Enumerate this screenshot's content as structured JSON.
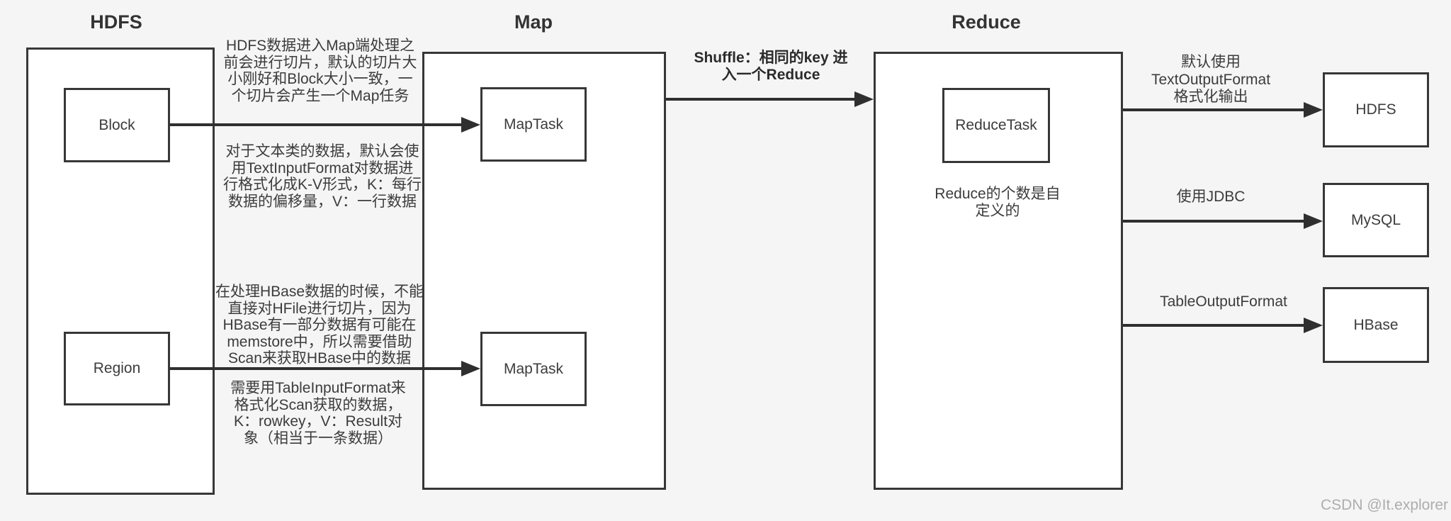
{
  "titles": {
    "hdfs": "HDFS",
    "map": "Map",
    "reduce": "Reduce"
  },
  "boxes": {
    "block": "Block",
    "region": "Region",
    "maptask1": "MapTask",
    "maptask2": "MapTask",
    "reducetask": "ReduceTask",
    "hdfs_out": "HDFS",
    "mysql": "MySQL",
    "hbase": "HBase"
  },
  "annotations": {
    "split_note": "HDFS数据进入Map端处理之\n前会进行切片，默认的切片大\n小刚好和Block大小一致，一\n个切片会产生一个Map任务",
    "text_input_format_note": "对于文本类的数据，默认会使\n用TextInputFormat对数据进\n行格式化成K-V形式，K：每行\n数据的偏移量，V：一行数据",
    "hbase_scan_note": "在处理HBase数据的时候，不能\n直接对HFile进行切片，因为\nHBase有一部分数据有可能在\nmemstore中，所以需要借助\nScan来获取HBase中的数据",
    "table_input_format_note": "需要用TableInputFormat来\n格式化Scan获取的数据，\nK：rowkey，V：Result对\n象（相当于一条数据）",
    "shuffle_note": "Shuffle：相同的key 进\n入一个Reduce",
    "reduce_count_note": "Reduce的个数是自\n定义的",
    "text_output_format_note": "默认使用\nTextOutputFormat\n格式化输出",
    "jdbc_note": "使用JDBC",
    "table_output_format_note": "TableOutputFormat"
  },
  "watermark": {
    "text": "CSDN @It.explorer"
  },
  "colors": {
    "background": "#f5f5f5",
    "box_fill": "#ffffff",
    "border": "#373737",
    "arrow": "#2f2f2f",
    "text": "#3c3c3c",
    "watermark": "#adadad"
  }
}
